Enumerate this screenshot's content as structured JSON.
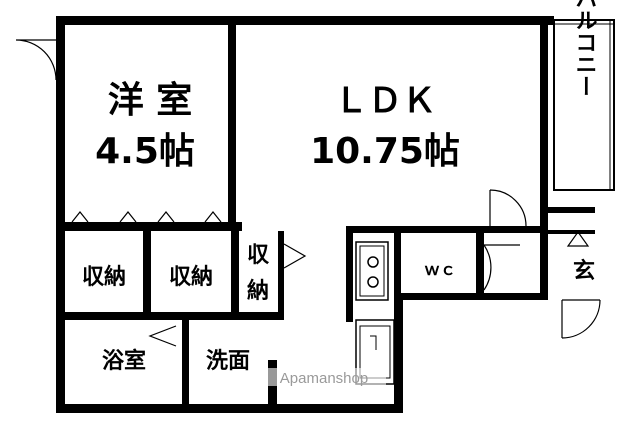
{
  "rooms": {
    "western_room": {
      "name": "洋 室",
      "size": "4.5帖"
    },
    "ldk": {
      "name": "ＬＤＫ",
      "size": "10.75帖"
    },
    "balcony": "バルコニー",
    "storage_1": "収納",
    "storage_2": "収納",
    "storage_3": [
      "収",
      "納"
    ],
    "wc": "ｗｃ",
    "entrance": "玄",
    "bathroom": "浴室",
    "washroom": "洗面"
  },
  "watermark": "Apamanshop",
  "colors": {
    "wall": "#000000",
    "background": "#ffffff",
    "watermark": "#9a9a9a"
  }
}
